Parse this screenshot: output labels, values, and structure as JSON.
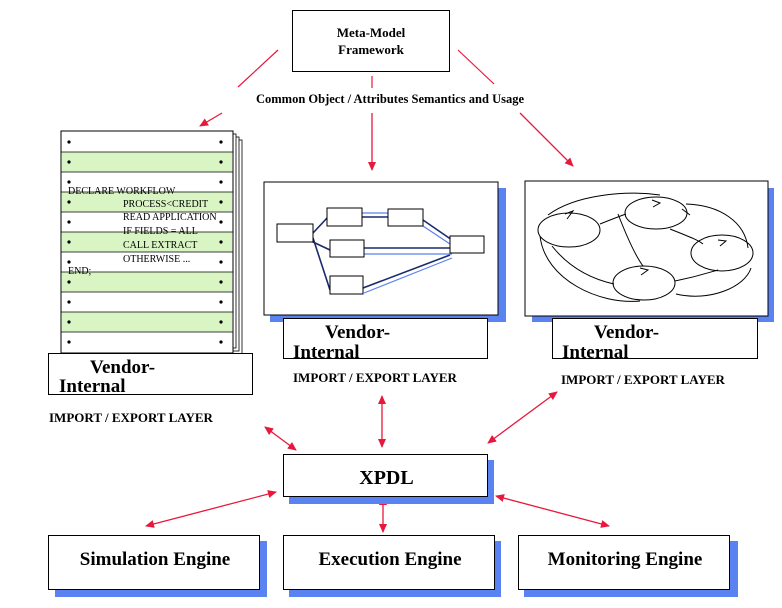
{
  "meta_model": {
    "line1": "Meta-Model",
    "line2": "Framework"
  },
  "common_semantics": "Common Object / Attributes Semantics and Usage",
  "vendor_left": {
    "line1": "Vendor-",
    "line2": "Internal",
    "layer": "IMPORT / EXPORT LAYER"
  },
  "vendor_mid": {
    "line1": "Vendor-",
    "line2": "Internal",
    "layer": "IMPORT / EXPORT LAYER"
  },
  "vendor_right": {
    "line1": "Vendor-",
    "line2": "Internal",
    "layer": "IMPORT / EXPORT LAYER"
  },
  "code": {
    "line1": "DECLARE WORKFLOW",
    "line2": "PROCESS<CREDIT",
    "line3": "READ APPLICATION",
    "line4": "IF FIELDS = ALL",
    "line5": "CALL EXTRACT",
    "line6": "OTHERWISE ...",
    "line7": "END;"
  },
  "xpdl": "XPDL",
  "engines": {
    "simulation": "Simulation Engine",
    "execution": "Execution Engine",
    "monitoring": "Monitoring Engine"
  },
  "colors": {
    "arrow": "#e8183c",
    "shadow": "#5a82f0",
    "stripe": "#d9f5c4"
  }
}
